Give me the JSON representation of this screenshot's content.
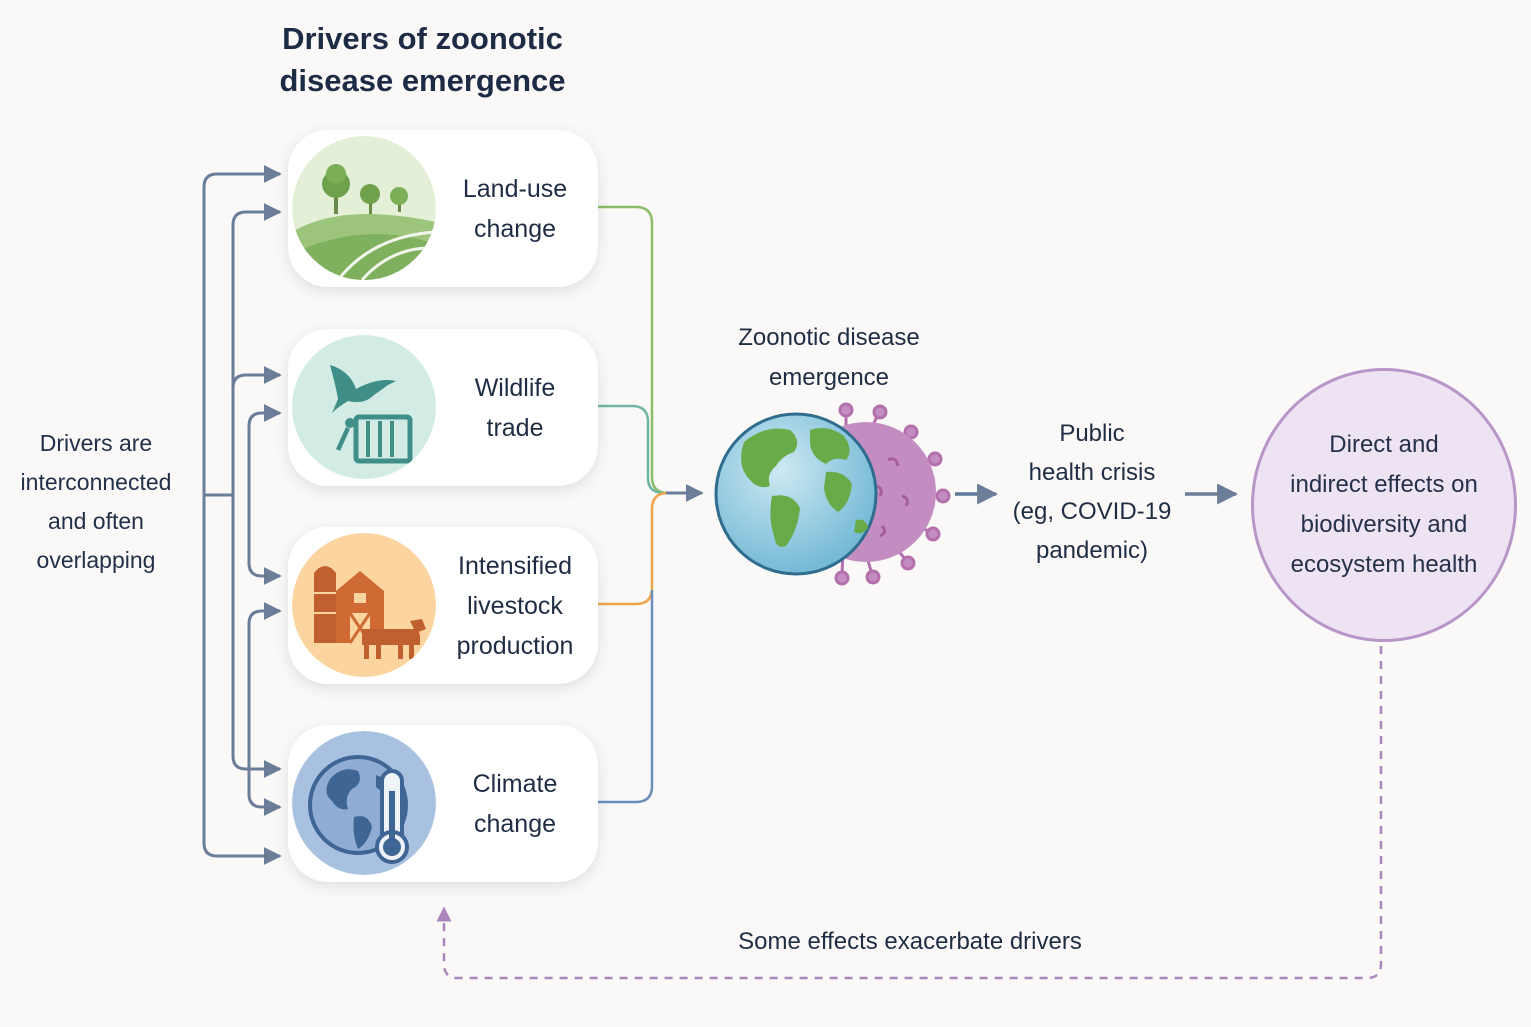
{
  "title": [
    "Drivers of zoonotic",
    "disease emergence"
  ],
  "side_note": [
    "Drivers are",
    "interconnected",
    "and often",
    "overlapping"
  ],
  "drivers": [
    {
      "label": [
        "Land-use",
        "change"
      ],
      "icon": "land-use-icon",
      "color": "#8bbd6a"
    },
    {
      "label": [
        "Wildlife",
        "trade"
      ],
      "icon": "wildlife-trade-icon",
      "color": "#6fb7a4"
    },
    {
      "label": [
        "Intensified",
        "livestock",
        "production"
      ],
      "icon": "livestock-barn-icon",
      "color": "#f0a64a"
    },
    {
      "label": [
        "Climate",
        "change"
      ],
      "icon": "climate-thermometer-icon",
      "color": "#6b8fba"
    }
  ],
  "center": {
    "label": [
      "Zoonotic disease",
      "emergence"
    ],
    "icon": "globe-virus-icon"
  },
  "crisis": [
    "Public",
    "health crisis",
    "(eg, COVID-19",
    "pandemic)"
  ],
  "effects": [
    "Direct and",
    "indirect effects on",
    "biodiversity and",
    "ecosystem health"
  ],
  "feedback": "Some effects exacerbate drivers",
  "colors": {
    "arrow": "#6b7d98",
    "feedback": "#a986bb",
    "virus": "#c48dc2",
    "effects_fill": "#eee3f3"
  }
}
